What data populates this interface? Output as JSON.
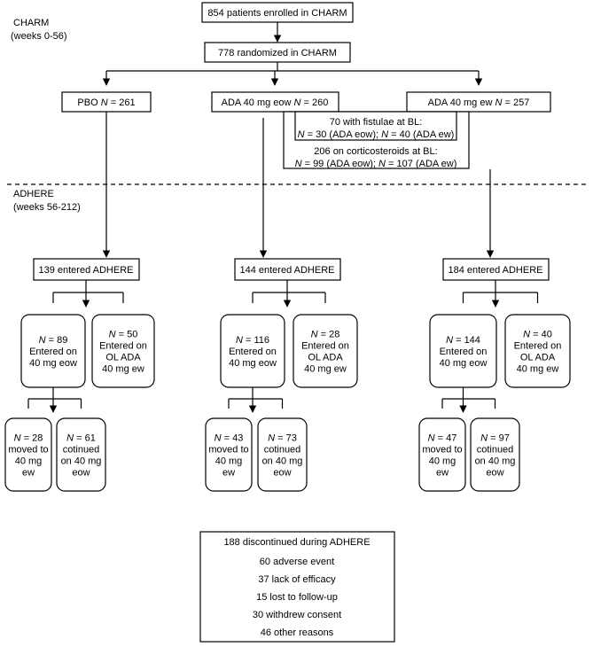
{
  "phase_labels": {
    "charm": [
      "CHARM",
      "(weeks 0-56)"
    ],
    "adhere": [
      "ADHERE",
      "(weeks 56-212)"
    ]
  },
  "top": {
    "enrolled": "854 patients enrolled in CHARM",
    "randomized": "778 randomized in CHARM"
  },
  "arms": [
    {
      "label": [
        {
          "t": "PBO "
        },
        {
          "t": "N",
          "i": true
        },
        {
          "t": " = 261"
        }
      ],
      "entered": "139 entered ADHERE",
      "left_sub": [
        [
          {
            "t": "N",
            "i": true
          },
          {
            "t": " = 89"
          }
        ],
        [
          {
            "t": "Entered on"
          }
        ],
        [
          {
            "t": "40 mg eow"
          }
        ]
      ],
      "right_sub": [
        [
          {
            "t": "N",
            "i": true
          },
          {
            "t": " = 50"
          }
        ],
        [
          {
            "t": "Entered on"
          }
        ],
        [
          {
            "t": "OL ADA"
          }
        ],
        [
          {
            "t": "40 mg ew"
          }
        ]
      ],
      "moved": [
        [
          {
            "t": "N",
            "i": true
          },
          {
            "t": " = 28"
          }
        ],
        [
          {
            "t": "moved to"
          }
        ],
        [
          {
            "t": "40 mg"
          }
        ],
        [
          {
            "t": "ew"
          }
        ]
      ],
      "continued": [
        [
          {
            "t": "N",
            "i": true
          },
          {
            "t": " = 61"
          }
        ],
        [
          {
            "t": "cotinued"
          }
        ],
        [
          {
            "t": "on 40 mg"
          }
        ],
        [
          {
            "t": "eow"
          }
        ]
      ]
    },
    {
      "label": [
        {
          "t": "ADA 40 mg eow "
        },
        {
          "t": "N",
          "i": true
        },
        {
          "t": " = 260"
        }
      ],
      "entered": "144 entered ADHERE",
      "left_sub": [
        [
          {
            "t": "N",
            "i": true
          },
          {
            "t": " = 116"
          }
        ],
        [
          {
            "t": "Entered on"
          }
        ],
        [
          {
            "t": "40 mg eow"
          }
        ]
      ],
      "right_sub": [
        [
          {
            "t": "N",
            "i": true
          },
          {
            "t": " = 28"
          }
        ],
        [
          {
            "t": "Entered on"
          }
        ],
        [
          {
            "t": "OL ADA"
          }
        ],
        [
          {
            "t": "40 mg ew"
          }
        ]
      ],
      "moved": [
        [
          {
            "t": "N",
            "i": true
          },
          {
            "t": " = 43"
          }
        ],
        [
          {
            "t": "moved to"
          }
        ],
        [
          {
            "t": "40 mg"
          }
        ],
        [
          {
            "t": "ew"
          }
        ]
      ],
      "continued": [
        [
          {
            "t": "N",
            "i": true
          },
          {
            "t": " = 73"
          }
        ],
        [
          {
            "t": "cotinued"
          }
        ],
        [
          {
            "t": "on 40 mg"
          }
        ],
        [
          {
            "t": "eow"
          }
        ]
      ]
    },
    {
      "label": [
        {
          "t": "ADA 40 mg ew "
        },
        {
          "t": "N",
          "i": true
        },
        {
          "t": " = 257"
        }
      ],
      "entered": "184 entered ADHERE",
      "left_sub": [
        [
          {
            "t": "N",
            "i": true
          },
          {
            "t": " = 144"
          }
        ],
        [
          {
            "t": "Entered on"
          }
        ],
        [
          {
            "t": "40 mg eow"
          }
        ]
      ],
      "right_sub": [
        [
          {
            "t": "N",
            "i": true
          },
          {
            "t": " = 40"
          }
        ],
        [
          {
            "t": "Entered on"
          }
        ],
        [
          {
            "t": "OL ADA"
          }
        ],
        [
          {
            "t": "40 mg ew"
          }
        ]
      ],
      "moved": [
        [
          {
            "t": "N",
            "i": true
          },
          {
            "t": " = 47"
          }
        ],
        [
          {
            "t": "moved to"
          }
        ],
        [
          {
            "t": "40 mg"
          }
        ],
        [
          {
            "t": "ew"
          }
        ]
      ],
      "continued": [
        [
          {
            "t": "N",
            "i": true
          },
          {
            "t": " = 97"
          }
        ],
        [
          {
            "t": "cotinued"
          }
        ],
        [
          {
            "t": "on 40 mg"
          }
        ],
        [
          {
            "t": "eow"
          }
        ]
      ]
    }
  ],
  "fistulae": [
    [
      {
        "t": "70 with fistulae at BL:"
      }
    ],
    [
      {
        "t": "N",
        "i": true
      },
      {
        "t": " = 30 (ADA eow); "
      },
      {
        "t": "N",
        "i": true
      },
      {
        "t": " = 40 (ADA ew)"
      }
    ]
  ],
  "corticosteroids": [
    [
      {
        "t": "206 on corticosteroids at BL:"
      }
    ],
    [
      {
        "t": "N",
        "i": true
      },
      {
        "t": " = 99 (ADA eow); "
      },
      {
        "t": "N",
        "i": true
      },
      {
        "t": " = 107 (ADA ew)"
      }
    ]
  ],
  "discontinued": {
    "title": "188 discontinued during ADHERE",
    "reasons": [
      "60 adverse event",
      "37 lack of efficacy",
      "15 lost to follow-up",
      "30 withdrew consent",
      "46 other reasons"
    ]
  }
}
